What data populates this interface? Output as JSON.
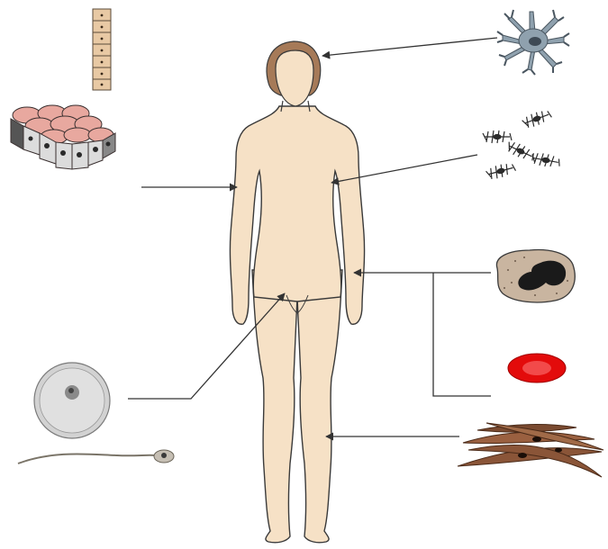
{
  "diagram": {
    "subject": "human-body",
    "cell_types": [
      {
        "id": "nerve-cell",
        "icon": "neuron-icon",
        "color": "#8fa1ae"
      },
      {
        "id": "connective-cells",
        "icon": "fibroblast-icon",
        "color": "#2b2b2b"
      },
      {
        "id": "columnar-epithelium",
        "icon": "columnar-epithelium-icon",
        "color": "#e8c9a4"
      },
      {
        "id": "cuboidal-epithelium",
        "icon": "cuboidal-epithelium-icon",
        "color": "#e8a89f"
      },
      {
        "id": "white-blood-cell",
        "icon": "leukocyte-icon",
        "color": "#c9b5a0"
      },
      {
        "id": "red-blood-cell",
        "icon": "erythrocyte-icon",
        "color": "#e30b0b"
      },
      {
        "id": "egg-cell",
        "icon": "ovum-icon",
        "color": "#d2d2d2"
      },
      {
        "id": "sperm-cell",
        "icon": "sperm-icon",
        "color": "#c6bfb4"
      },
      {
        "id": "muscle-cells",
        "icon": "smooth-muscle-icon",
        "color": "#8a5538"
      }
    ],
    "colors": {
      "skin": "#f6e1c6",
      "outline": "#3a3a3a",
      "hair": "#a67a58",
      "arrow": "#333333"
    }
  }
}
